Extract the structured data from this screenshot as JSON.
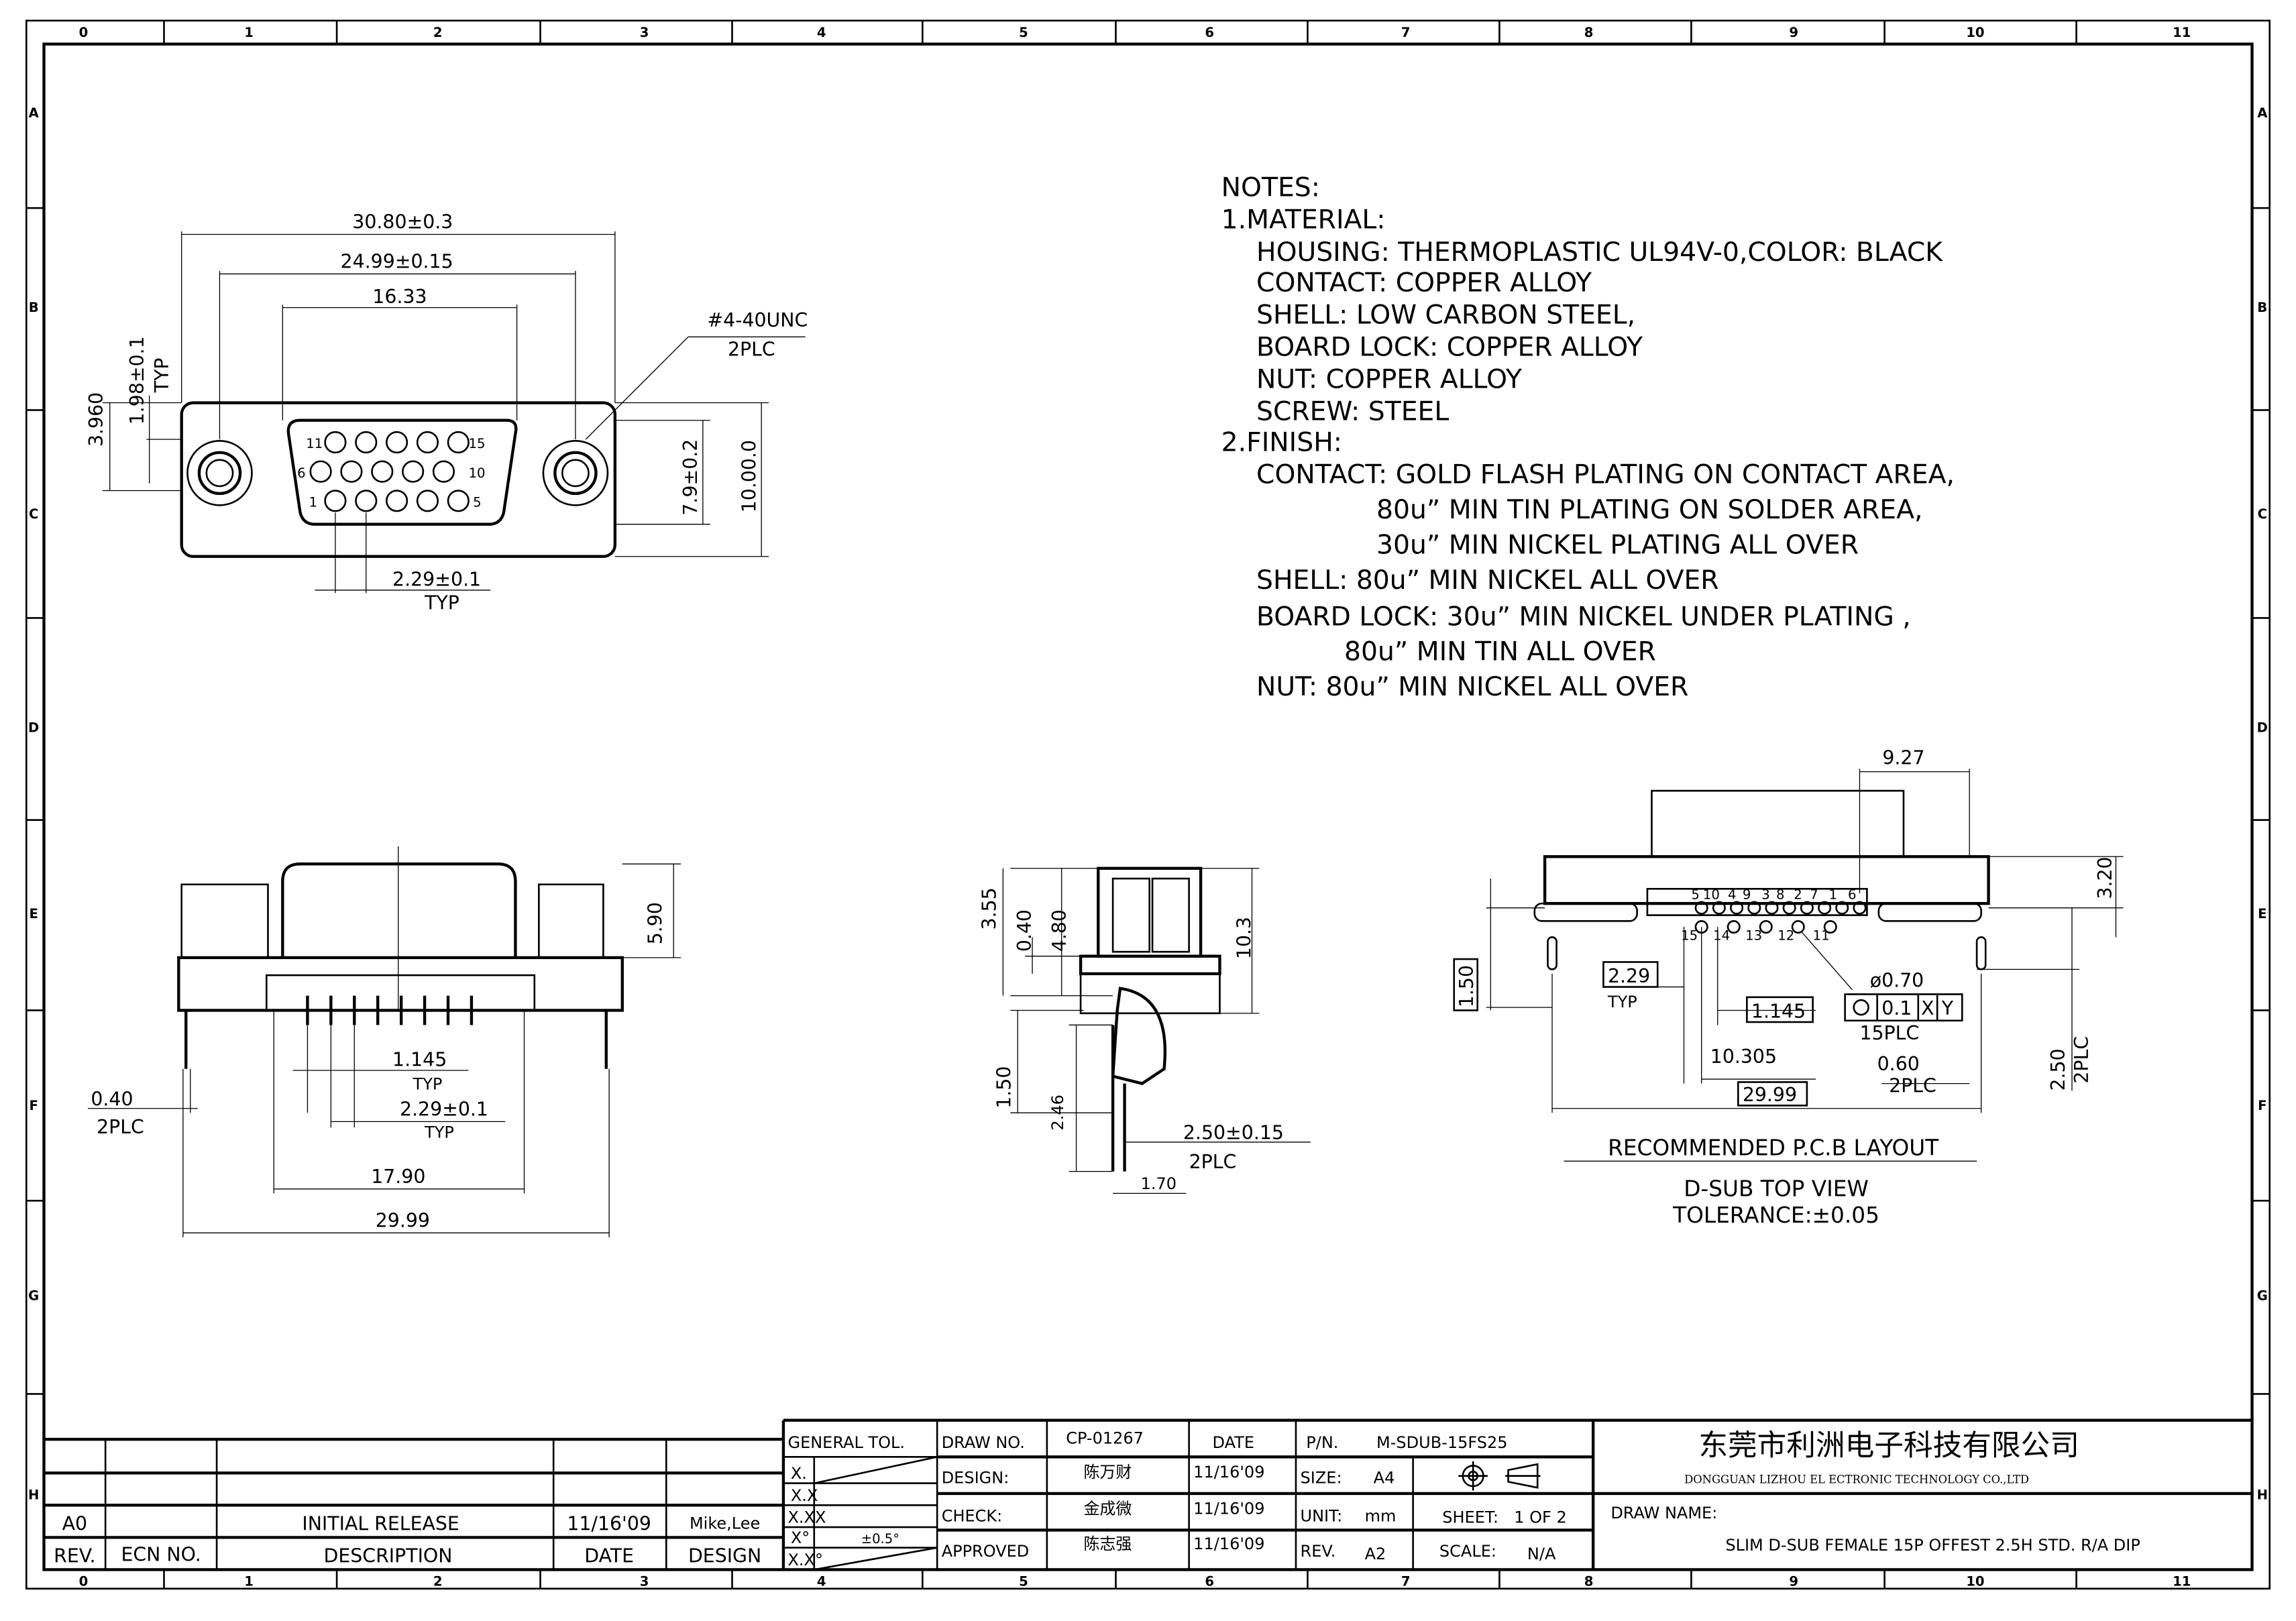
{
  "border": {
    "columns": [
      "0",
      "1",
      "2",
      "3",
      "4",
      "5",
      "6",
      "7",
      "8",
      "9",
      "10",
      "11"
    ],
    "rows": [
      "A",
      "B",
      "C",
      "D",
      "E",
      "F",
      "G",
      "H"
    ]
  },
  "notes": {
    "title": "NOTES:",
    "lines": [
      "1.MATERIAL:",
      "HOUSING: THERMOPLASTIC  UL94V-0,COLOR: BLACK",
      "CONTACT: COPPER  ALLOY",
      "SHELL: LOW  CARBON  STEEL,",
      "BOARD  LOCK: COPPER  ALLOY",
      "NUT: COPPER  ALLOY",
      "SCREW: STEEL",
      "2.FINISH:",
      "CONTACT: GOLD  FLASH  PLATING  ON  CONTACT  AREA,",
      "80u”  MIN  TIN  PLATING  ON  SOLDER  AREA,",
      "30u”  MIN  NICKEL  PLATING  ALL  OVER",
      "SHELL: 80u”  MIN  NICKEL  ALL  OVER",
      "BOARD  LOCK: 30u”  MIN  NICKEL  UNDER  PLATING  ,",
      "80u”  MIN  TIN  ALL  OVER",
      "NUT: 80u”  MIN  NICKEL  ALL  OVER"
    ]
  },
  "front_view": {
    "dims": {
      "overall": "30.80±0.3",
      "mount": "24.99±0.15",
      "shell": "16.33",
      "h1": "3.960",
      "h2": "1.98±0.1",
      "h2_note": "TYP",
      "thread": "#4-40UNC",
      "thread_note": "2PLC",
      "h3": "7.9±0.2",
      "h4": "10.00.0",
      "pitch": "2.29±0.1",
      "pitch_note": "TYP"
    },
    "pin_labels": {
      "p1": "1",
      "p5": "5",
      "p6": "6",
      "p10": "10",
      "p11": "11",
      "p15": "15"
    }
  },
  "bottom_view": {
    "dims": {
      "height": "5.90",
      "pin_w": "0.40",
      "pin_w_note": "2PLC",
      "pitch1": "1.145",
      "pitch1_note": "TYP",
      "pitch2": "2.29±0.1",
      "pitch2_note": "TYP",
      "span": "17.90",
      "overall": "29.99"
    }
  },
  "side_view": {
    "dims": {
      "a": "3.55",
      "b": "0.40",
      "c": "4.80",
      "d": "10.3",
      "e": "1.50",
      "f": "2.46",
      "g": "2.50±0.15",
      "g_note": "2PLC",
      "h": "1.70"
    }
  },
  "pcb_view": {
    "dims": {
      "top": "9.27",
      "right": "3.20",
      "left": "1.50",
      "pitch": "2.29",
      "pitch_note": "TYP",
      "half": "1.145",
      "hole": "ø0.70",
      "tol_frame": [
        "0.1",
        "X",
        "Y"
      ],
      "hole_note": "15PLC",
      "lock": "0.60",
      "lock_note": "2PLC",
      "offset": "10.305",
      "width": "29.99",
      "lock_h": "2.50",
      "lock_h_note": "2PLC"
    },
    "pin_numbers_top": [
      "5",
      "10",
      "4",
      "9",
      "3",
      "8",
      "2",
      "7",
      "1",
      "6"
    ],
    "pin_numbers_bottom": [
      "15",
      "14",
      "13",
      "12",
      "11"
    ],
    "caption": "RECOMMENDED  P.C.B  LAYOUT",
    "subcaption": "D-SUB  TOP  VIEW",
    "tolerance": "TOLERANCE:±0.05"
  },
  "title_block": {
    "revisions": {
      "rev": "A0",
      "ecn": "",
      "description": "INITIAL  RELEASE",
      "date": "11/16'09",
      "design": "Mike,Lee"
    },
    "rev_headers": {
      "rev": "REV.",
      "ecn": "ECN  NO.",
      "description": "DESCRIPTION",
      "date": "DATE",
      "design": "DESIGN"
    },
    "general_tol": {
      "label": "GENERAL  TOL.",
      "rows": [
        "X.",
        "X.X",
        "X.XX",
        "X°",
        "X.X°"
      ],
      "angle_tol": "±0.5°"
    },
    "draw_no_label": "DRAW  NO.",
    "draw_no": "CP-01267",
    "date_label": "DATE",
    "pn_label": "P/N.",
    "pn": "M-SDUB-15FS25",
    "design_label": "DESIGN:",
    "design_name": "陈万财",
    "design_date": "11/16'09",
    "check_label": "CHECK:",
    "check_name": "金成微",
    "check_date": "11/16'09",
    "approved_label": "APPROVED",
    "approved_name": "陈志强",
    "approved_date": "11/16'09",
    "size_label": "SIZE:",
    "size": "A4",
    "unit_label": "UNIT:",
    "unit": "mm",
    "sheet_label": "SHEET:",
    "sheet": "1  OF  2",
    "rev_label": "REV.",
    "rev": "A2",
    "scale_label": "SCALE:",
    "scale": "N/A",
    "company_cn": "东莞市利洲电子科技有限公司",
    "company_en": "DONGGUAN LIZHOU EL ECTRONIC TECHNOLOGY CO.,LTD",
    "draw_name_label": "DRAW  NAME:",
    "draw_name": "SLIM  D-SUB  FEMALE  15P  OFFEST  2.5H  STD.  R/A  DIP",
    "projection_icon": "third-angle-projection-icon"
  }
}
